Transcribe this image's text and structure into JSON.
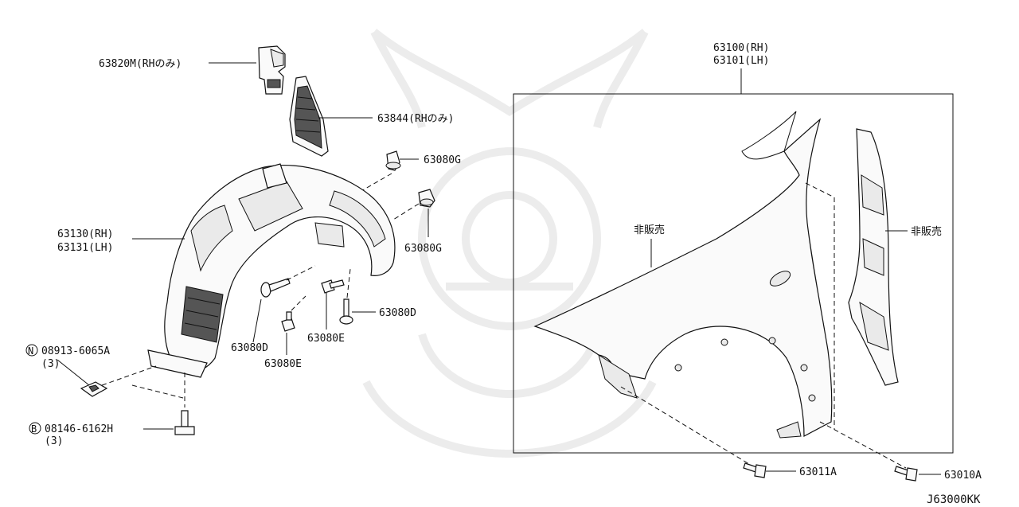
{
  "labels": {
    "p63820M": "63820M(RHのみ)",
    "p63844": "63844(RHのみ)",
    "p63080G_top": "63080G",
    "p63080G_mid": "63080G",
    "p63130": "63130(RH)",
    "p63131": "63131(LH)",
    "p63080D_right": "63080D",
    "p63080D_left": "63080D",
    "p63080E_center": "63080E",
    "p63080E_left": "63080E",
    "p08913": "08913-6065A",
    "p08913_qty": "(3)",
    "p08913_prefix": "N",
    "p08146": "08146-6162H",
    "p08146_qty": "(3)",
    "p08146_prefix": "B",
    "p63100": "63100(RH)",
    "p63101": "63101(LH)",
    "not_sold_left": "非販売",
    "not_sold_right": "非販売",
    "p63011A": "63011A",
    "p63010A": "63010A",
    "diagram_code": "J63000KK"
  }
}
